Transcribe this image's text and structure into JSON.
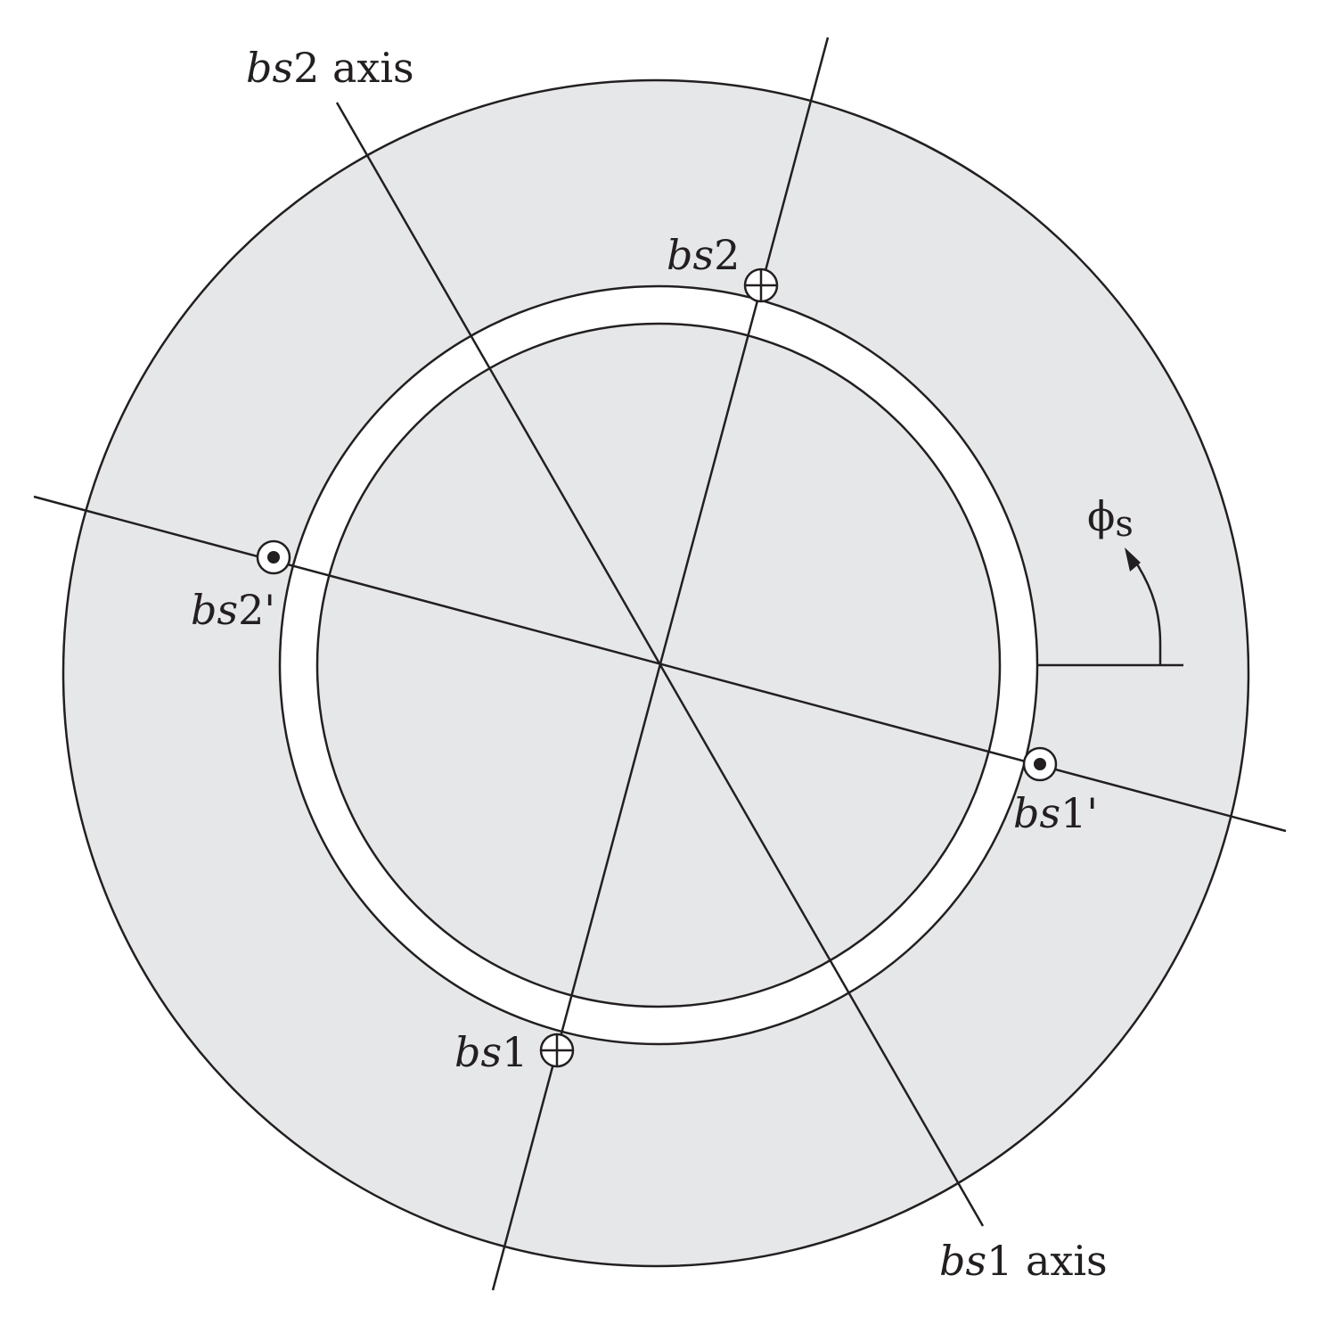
{
  "colors": {
    "stroke": "#231f20",
    "iron_fill": "#e6e7e9",
    "air_gap_fill": "#ffffff",
    "background": "#ffffff"
  },
  "labels": {
    "bs2_axis": {
      "var": "bs",
      "num": "2",
      "suffix": " axis"
    },
    "bs1_axis": {
      "var": "bs",
      "num": "1",
      "suffix": " axis"
    },
    "bs2": {
      "var": "bs",
      "num": "2"
    },
    "bs2_prime": {
      "var": "bs",
      "num": "2",
      "prime": "'"
    },
    "bs1": {
      "var": "bs",
      "num": "1"
    },
    "bs1_prime": {
      "var": "bs",
      "num": "1",
      "prime": "'"
    },
    "phi_s": {
      "symbol": "ϕ",
      "subscript": "s"
    }
  },
  "conductors": [
    {
      "id": "bs2",
      "symbol": "cross-into-page"
    },
    {
      "id": "bs2_prime",
      "symbol": "dot-out-of-page"
    },
    {
      "id": "bs1",
      "symbol": "cross-into-page"
    },
    {
      "id": "bs1_prime",
      "symbol": "dot-out-of-page"
    }
  ]
}
